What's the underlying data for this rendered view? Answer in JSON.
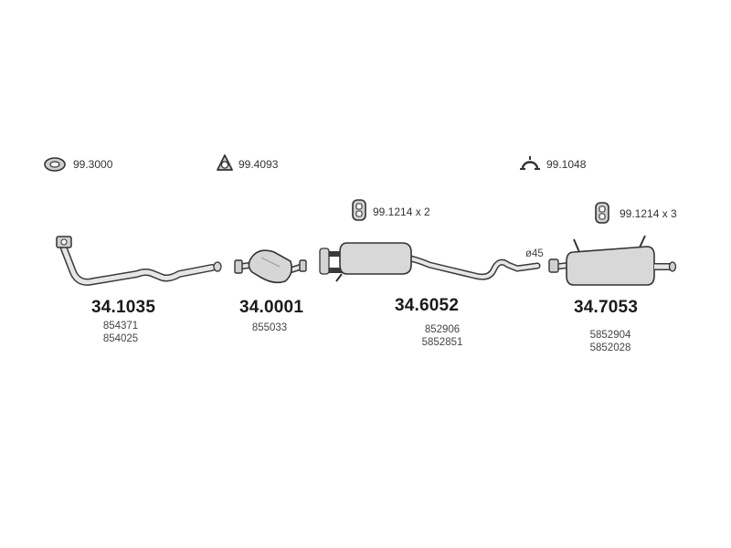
{
  "accessories": [
    {
      "code": "99.3000",
      "icon": "gasket-ring-icon"
    },
    {
      "code": "99.4093",
      "icon": "triangular-flange-gasket-icon"
    },
    {
      "code": "99.1048",
      "icon": "clamp-icon"
    },
    {
      "code": "99.1214 x 2",
      "icon": "rubber-hanger-icon"
    },
    {
      "code": "99.1214 x 3",
      "icon": "rubber-hanger-icon"
    }
  ],
  "parts": [
    {
      "number": "34.1035",
      "oem": [
        "854371",
        "854025"
      ],
      "icon": "front-pipe-icon"
    },
    {
      "number": "34.0001",
      "oem": [
        "855033"
      ],
      "icon": "catalytic-converter-icon"
    },
    {
      "number": "34.6052",
      "oem": [
        "852906",
        "5852851"
      ],
      "icon": "middle-silencer-icon"
    },
    {
      "number": "34.7053",
      "oem": [
        "5852904",
        "5852028"
      ],
      "icon": "rear-silencer-icon"
    }
  ],
  "pipe_diameter": "ø45",
  "colors": {
    "outline": "#3a3a3a",
    "fill_light": "#d8d8d8",
    "fill_mid": "#b5b5b5"
  }
}
